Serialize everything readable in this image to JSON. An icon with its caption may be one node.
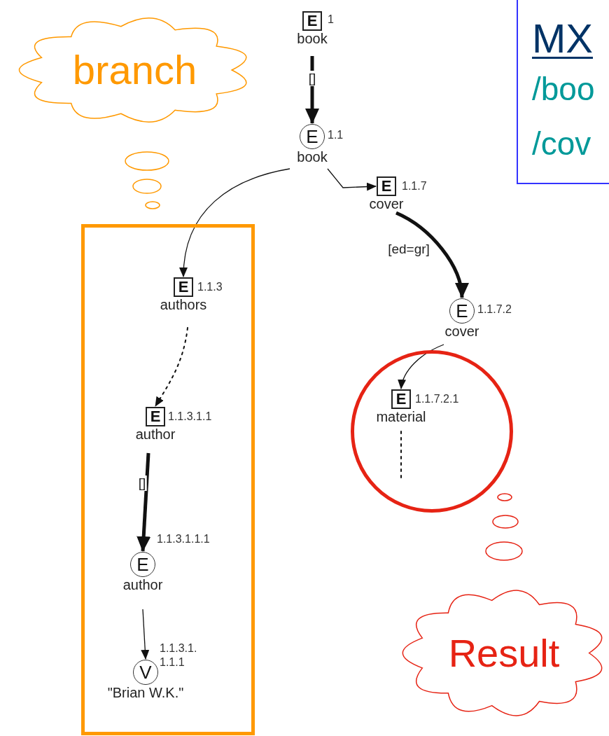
{
  "diagram": {
    "nodes": [
      {
        "text": [
          "branch"
        ]
      },
      {
        "text": [
          "Result"
        ]
      },
      {
        "text": [
          "MX",
          "/boo",
          "/cov"
        ]
      },
      {
        "text": [],
        "shape": "box"
      },
      {
        "text": [],
        "shape": "circle"
      },
      {
        "text": [
          "E",
          "book"
        ],
        "beside": [
          "1"
        ]
      },
      {
        "text": [
          "E",
          "book"
        ],
        "beside": [
          "1.1"
        ]
      },
      {
        "text": [
          "E",
          "cover"
        ],
        "beside": [
          "1.1.7"
        ]
      },
      {
        "text": [
          "E",
          "authors"
        ],
        "beside": [
          "1.1.3"
        ],
        "in": 3
      },
      {
        "text": [
          "E",
          "author"
        ],
        "beside": [
          "1.1.3.1.1"
        ],
        "in": 3
      },
      {
        "text": [
          "E",
          "author"
        ],
        "beside": [
          "1.1.3.1.1.1"
        ],
        "in": 3
      },
      {
        "text": [
          "V",
          "\"Brian W.K.\""
        ],
        "beside": [
          "1.1.3.1. 1.1.1"
        ],
        "in": 3
      },
      {
        "text": [
          "E",
          "cover"
        ],
        "beside": [
          "1.1.7.2"
        ]
      },
      {
        "text": [
          "E",
          "material"
        ],
        "beside": [
          "1.1.7.2.1"
        ],
        "in": 4
      }
    ],
    "edges": [
      {
        "from": 5,
        "to": 6,
        "arrow": "to",
        "label": "[]",
        "style": "thick"
      },
      {
        "from": 6,
        "to": 8,
        "arrow": "to"
      },
      {
        "from": 6,
        "to": 7,
        "arrow": "to"
      },
      {
        "from": 7,
        "to": 12,
        "arrow": "to",
        "label": "[ed=gr]",
        "style": "thick"
      },
      {
        "from": 12,
        "to": 13,
        "arrow": "to"
      },
      {
        "from": 8,
        "to": 9,
        "arrow": "to",
        "style": "dashed"
      },
      {
        "from": 9,
        "to": 10,
        "arrow": "to",
        "label": "[]",
        "style": "thick"
      },
      {
        "from": 10,
        "to": 11,
        "arrow": "to"
      },
      {
        "from": 13,
        "to": null,
        "arrow": "none",
        "style": "dashed"
      }
    ]
  }
}
